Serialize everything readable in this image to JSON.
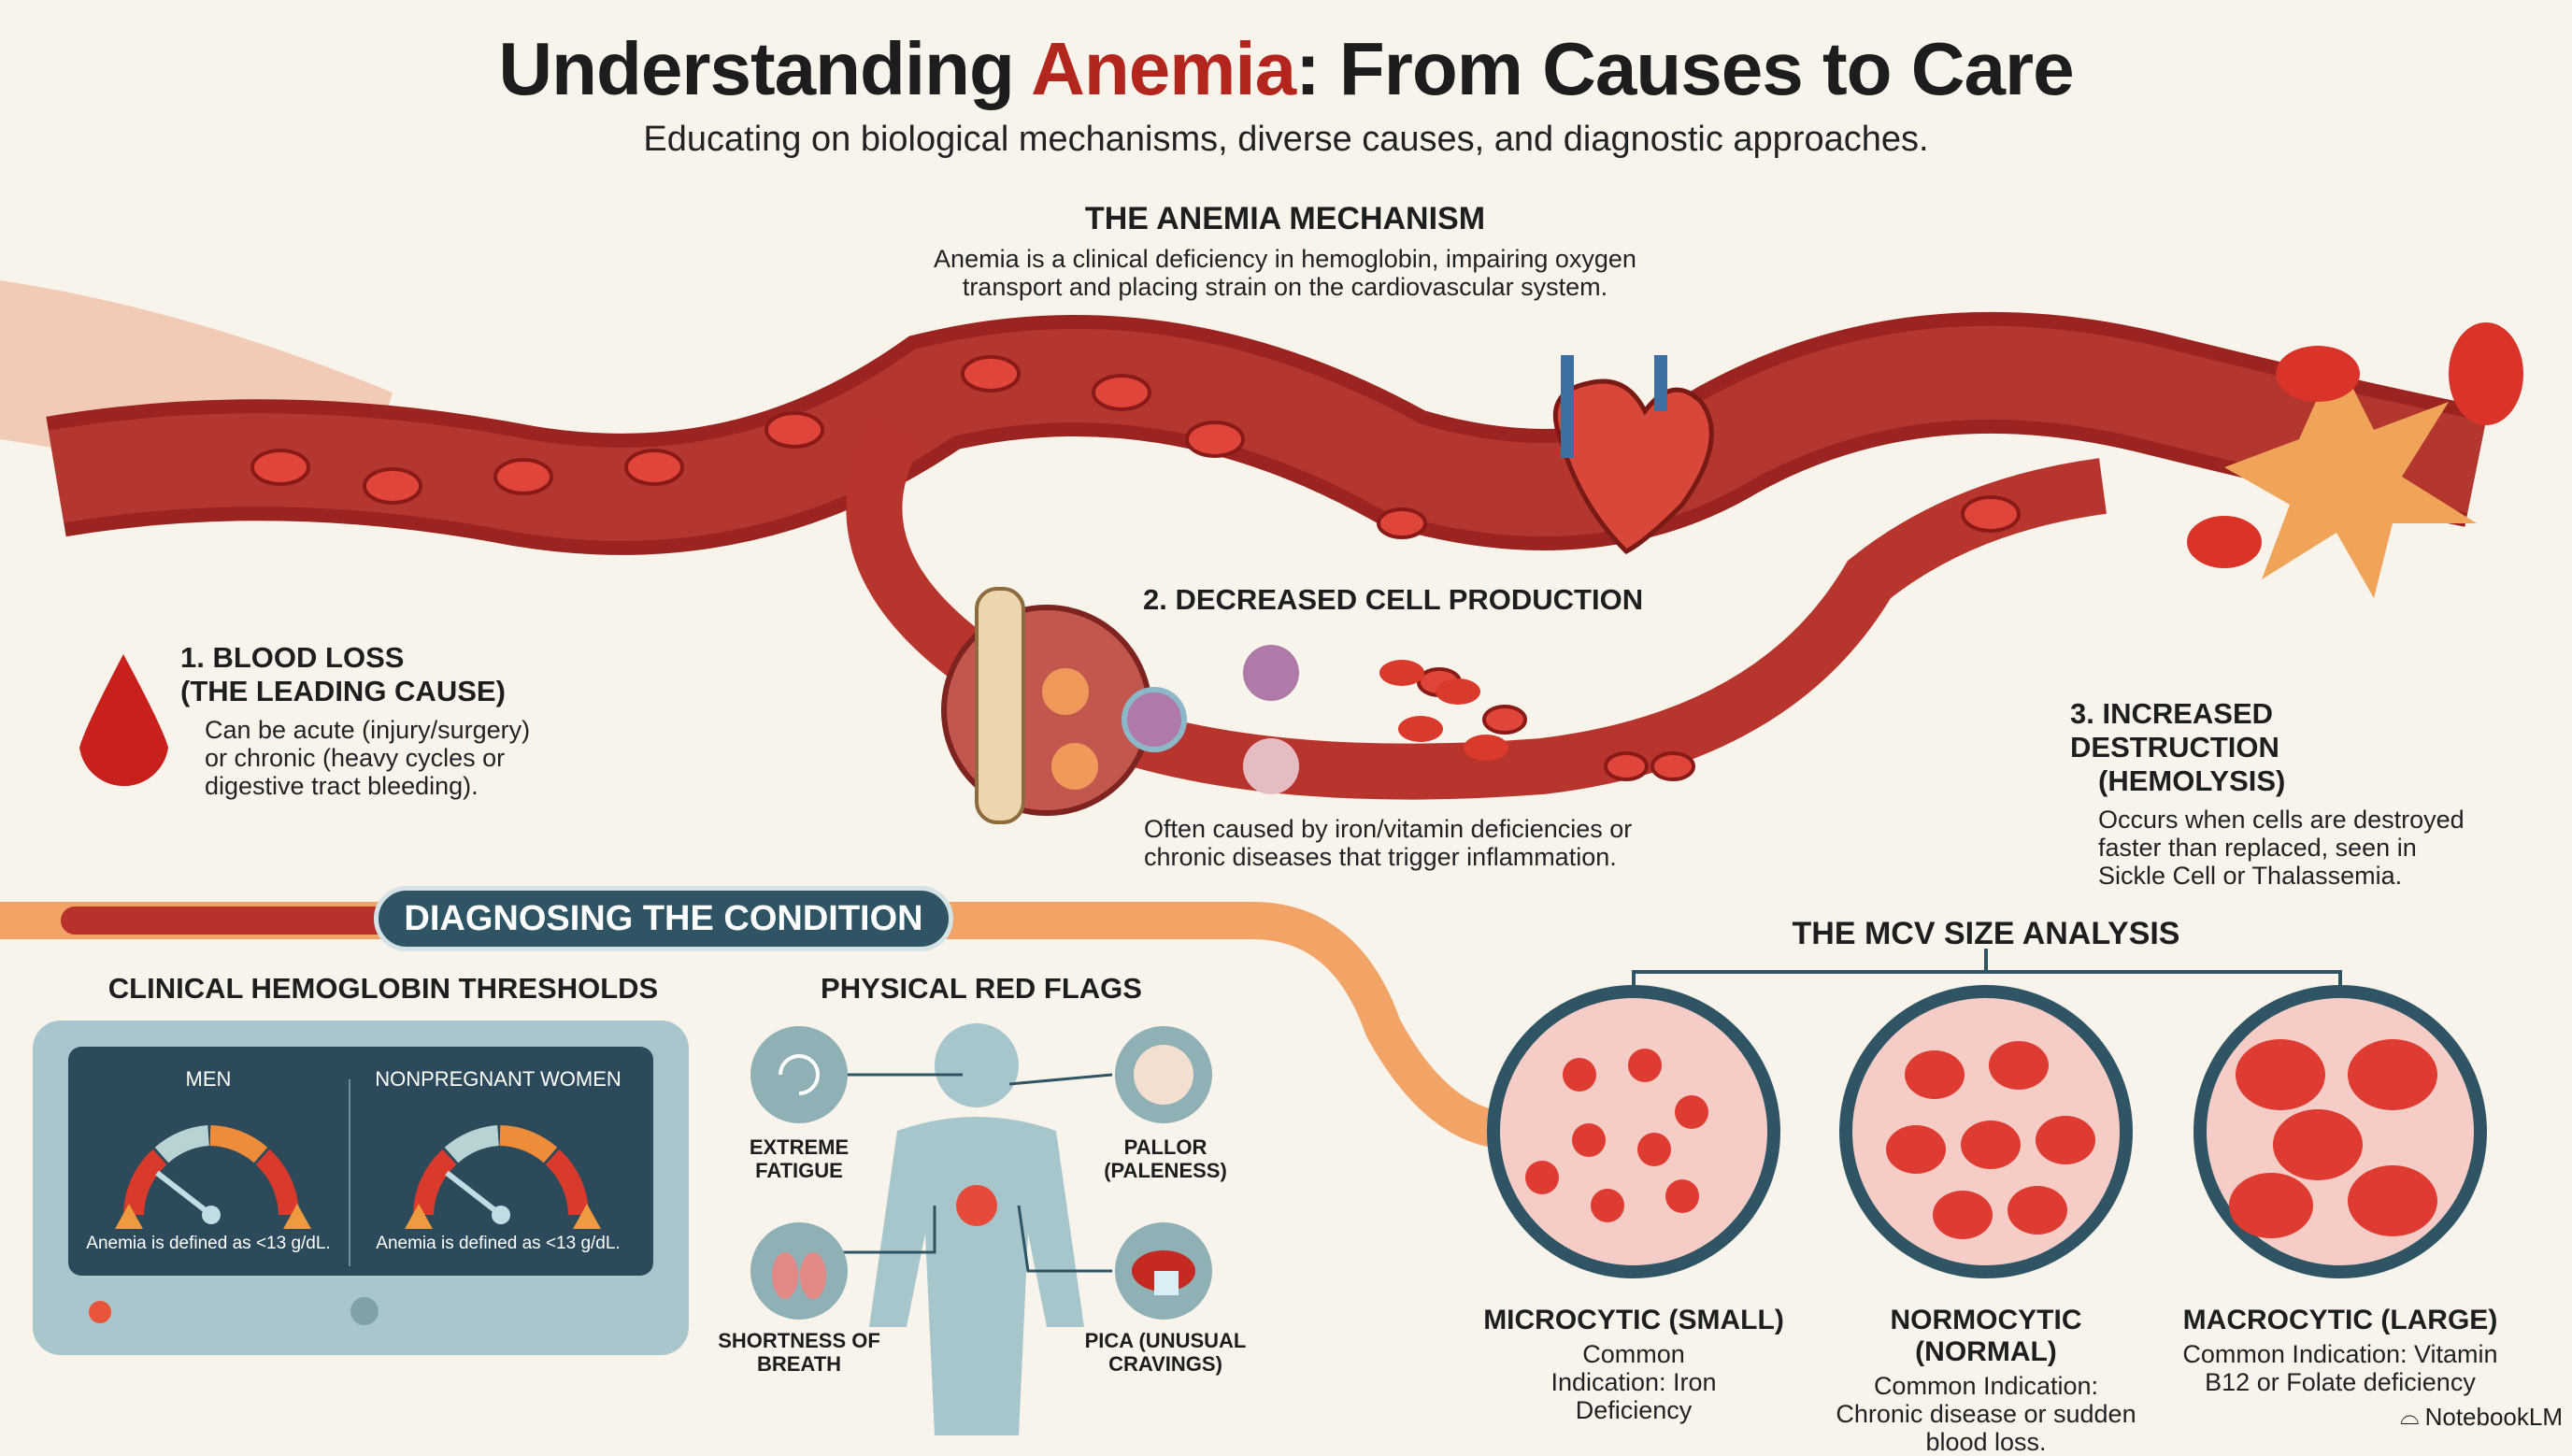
{
  "title": {
    "pre": "Understanding ",
    "accent": "Anemia",
    "post": ": From Causes to Care"
  },
  "subtitle": "Educating on biological mechanisms, diverse causes, and diagnostic approaches.",
  "mechanism": {
    "heading": "THE ANEMIA MECHANISM",
    "body": "Anemia is a clinical deficiency in hemoglobin, impairing oxygen transport and placing strain on the cardiovascular system."
  },
  "causes": [
    {
      "heading1": "1. BLOOD LOSS",
      "heading2": "(THE LEADING CAUSE)",
      "body": "Can be acute (injury/surgery) or chronic (heavy cycles or digestive tract bleeding)."
    },
    {
      "heading1": "2. DECREASED CELL PRODUCTION",
      "body": "Often caused by iron/vitamin deficiencies or chronic diseases that trigger inflammation."
    },
    {
      "heading1": "3. INCREASED DESTRUCTION",
      "heading2": "(HEMOLYSIS)",
      "body": "Occurs when cells are destroyed faster than replaced, seen in Sickle Cell or Thalassemia."
    }
  ],
  "diagnosing": {
    "banner": "DIAGNOSING THE CONDITION",
    "thresholds": {
      "heading": "CLINICAL HEMOGLOBIN THRESHOLDS",
      "gauges": [
        {
          "label": "MEN",
          "note": "Anemia is defined as <13 g/dL."
        },
        {
          "label": "NONPREGNANT WOMEN",
          "note": "Anemia is defined as <13 g/dL."
        }
      ]
    },
    "red_flags": {
      "heading": "PHYSICAL RED FLAGS",
      "items": [
        "EXTREME FATIGUE",
        "PALLOR (PALENESS)",
        "SHORTNESS OF BREATH",
        "PICA (UNUSUAL CRAVINGS)"
      ]
    },
    "mcv": {
      "heading": "THE MCV SIZE ANALYSIS",
      "items": [
        {
          "label": "MICROCYTIC (SMALL)",
          "body": "Common Indication: Iron Deficiency"
        },
        {
          "label": "NORMOCYTIC (NORMAL)",
          "body": "Common Indication: Chronic disease or sudden blood loss."
        },
        {
          "label": "MACROCYTIC (LARGE)",
          "body": "Common Indication: Vitamin B12 or Folate deficiency"
        }
      ]
    }
  },
  "brand": "NotebookLM",
  "colors": {
    "accent": "#b3261e",
    "banner": "#2f5565",
    "gauge_red": "#d93a2b",
    "gauge_orange": "#ee8c3a",
    "gauge_light": "#b9d3d5"
  }
}
